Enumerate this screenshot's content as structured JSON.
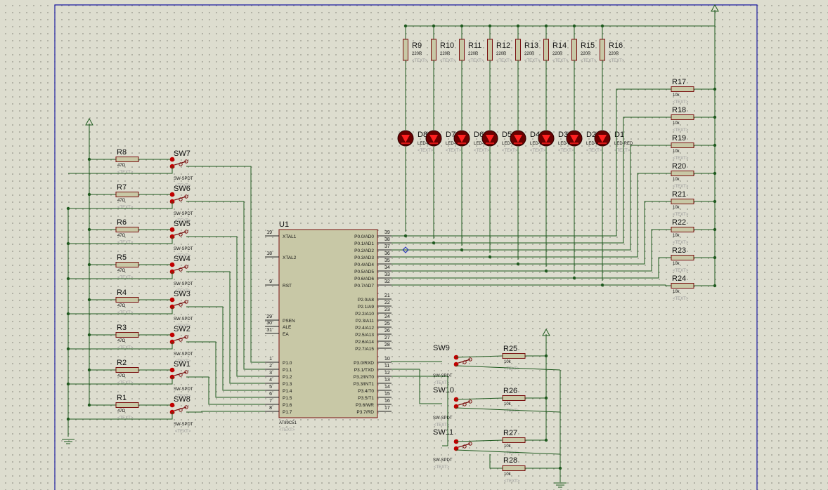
{
  "mcu": {
    "name": "U1",
    "part": "AT89C51",
    "text": "<TEXT>",
    "left_pins": [
      {
        "num": "19",
        "name": "XTAL1"
      },
      {
        "num": "18",
        "name": "XTAL2"
      },
      {
        "num": "9",
        "name": "RST"
      },
      {
        "num": "29",
        "name": "PSEN"
      },
      {
        "num": "30",
        "name": "ALE"
      },
      {
        "num": "31",
        "name": "EA"
      },
      {
        "num": "1",
        "name": "P1.0"
      },
      {
        "num": "2",
        "name": "P1.1"
      },
      {
        "num": "3",
        "name": "P1.2"
      },
      {
        "num": "4",
        "name": "P1.3"
      },
      {
        "num": "5",
        "name": "P1.4"
      },
      {
        "num": "6",
        "name": "P1.5"
      },
      {
        "num": "7",
        "name": "P1.6"
      },
      {
        "num": "8",
        "name": "P1.7"
      }
    ],
    "right_pins": [
      {
        "num": "39",
        "name": "P0.0/AD0"
      },
      {
        "num": "38",
        "name": "P0.1/AD1"
      },
      {
        "num": "37",
        "name": "P0.2/AD2"
      },
      {
        "num": "36",
        "name": "P0.3/AD3"
      },
      {
        "num": "35",
        "name": "P0.4/AD4"
      },
      {
        "num": "34",
        "name": "P0.5/AD5"
      },
      {
        "num": "33",
        "name": "P0.6/AD6"
      },
      {
        "num": "32",
        "name": "P0.7/AD7"
      },
      {
        "num": "21",
        "name": "P2.0/A8"
      },
      {
        "num": "22",
        "name": "P2.1/A9"
      },
      {
        "num": "23",
        "name": "P2.2/A10"
      },
      {
        "num": "24",
        "name": "P2.3/A11"
      },
      {
        "num": "25",
        "name": "P2.4/A12"
      },
      {
        "num": "26",
        "name": "P2.5/A13"
      },
      {
        "num": "27",
        "name": "P2.6/A14"
      },
      {
        "num": "28",
        "name": "P2.7/A15"
      },
      {
        "num": "10",
        "name": "P3.0/RXD"
      },
      {
        "num": "11",
        "name": "P3.1/TXD"
      },
      {
        "num": "12",
        "name": "P3.2/INT0"
      },
      {
        "num": "13",
        "name": "P3.3/INT1"
      },
      {
        "num": "14",
        "name": "P3.4/T0"
      },
      {
        "num": "15",
        "name": "P3.5/T1"
      },
      {
        "num": "16",
        "name": "P3.6/WR"
      },
      {
        "num": "17",
        "name": "P3.7/RD"
      }
    ]
  },
  "text_placeholder": "<TEXT>",
  "led_resistors": [
    {
      "ref": "R9",
      "value": "220R"
    },
    {
      "ref": "R10",
      "value": "220R"
    },
    {
      "ref": "R11",
      "value": "220R"
    },
    {
      "ref": "R12",
      "value": "220R"
    },
    {
      "ref": "R13",
      "value": "220R"
    },
    {
      "ref": "R14",
      "value": "220R"
    },
    {
      "ref": "R15",
      "value": "220R"
    },
    {
      "ref": "R16",
      "value": "220R"
    }
  ],
  "leds": [
    {
      "ref": "D8",
      "value": "LED-RED"
    },
    {
      "ref": "D7",
      "value": "LED-RED"
    },
    {
      "ref": "D6",
      "value": "LED-RED"
    },
    {
      "ref": "D5",
      "value": "LED-RED"
    },
    {
      "ref": "D4",
      "value": "LED-RED"
    },
    {
      "ref": "D3",
      "value": "LED-RED"
    },
    {
      "ref": "D2",
      "value": "LED-RED"
    },
    {
      "ref": "D1",
      "value": "LED-RED"
    }
  ],
  "pullups": [
    {
      "ref": "R17",
      "value": "10k"
    },
    {
      "ref": "R18",
      "value": "10k"
    },
    {
      "ref": "R19",
      "value": "10k"
    },
    {
      "ref": "R20",
      "value": "10k"
    },
    {
      "ref": "R21",
      "value": "10k"
    },
    {
      "ref": "R22",
      "value": "10k"
    },
    {
      "ref": "R23",
      "value": "10k"
    },
    {
      "ref": "R24",
      "value": "10k"
    }
  ],
  "left_switches": [
    {
      "r_ref": "R8",
      "r_value": "47Ω",
      "sw_ref": "SW7",
      "sw_value": "SW-SPDT"
    },
    {
      "r_ref": "R7",
      "r_value": "47Ω",
      "sw_ref": "SW6",
      "sw_value": "SW-SPDT"
    },
    {
      "r_ref": "R6",
      "r_value": "47Ω",
      "sw_ref": "SW5",
      "sw_value": "SW-SPDT"
    },
    {
      "r_ref": "R5",
      "r_value": "47Ω",
      "sw_ref": "SW4",
      "sw_value": "SW-SPDT"
    },
    {
      "r_ref": "R4",
      "r_value": "47Ω",
      "sw_ref": "SW3",
      "sw_value": "SW-SPDT"
    },
    {
      "r_ref": "R3",
      "r_value": "47Ω",
      "sw_ref": "SW2",
      "sw_value": "SW-SPDT"
    },
    {
      "r_ref": "R2",
      "r_value": "47Ω",
      "sw_ref": "SW1",
      "sw_value": "SW-SPDT"
    },
    {
      "r_ref": "R1",
      "r_value": "47Ω",
      "sw_ref": "SW8",
      "sw_value": "SW-SPDT"
    }
  ],
  "right_switches": [
    {
      "sw_ref": "SW9",
      "sw_value": "SW-SPDT",
      "r_ref": "R25",
      "r_value": "10k"
    },
    {
      "sw_ref": "SW10",
      "sw_value": "SW-SPDT",
      "r_ref": "R26",
      "r_value": "10k"
    },
    {
      "sw_ref": "SW11",
      "sw_value": "SW-SPDT",
      "r_ref": "R27",
      "r_value": "10k"
    }
  ],
  "extra_resistor": {
    "ref": "R28",
    "value": "10k"
  },
  "colors": {
    "background": "#ddddcf",
    "wire": "#1f5a1f",
    "component_fill": "#c8c8a6",
    "component_outline": "#7a1010",
    "led_body": "#c00000",
    "sheet_border": "#1a1aa0"
  }
}
